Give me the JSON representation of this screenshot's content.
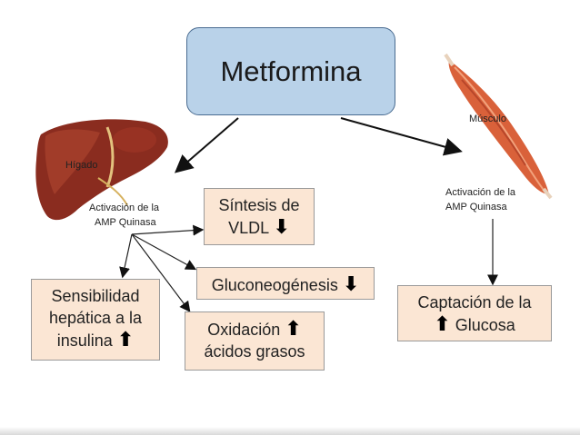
{
  "center": {
    "label": "Metformina"
  },
  "organs": {
    "liver": {
      "label": "Hígado",
      "activation_line1": "Activación de la",
      "activation_line2": "AMP Quinasa"
    },
    "muscle": {
      "label": "Músculo",
      "activation_line1": "Activación de la",
      "activation_line2": "AMP Quinasa"
    }
  },
  "boxes": {
    "vldl": {
      "line1": "Síntesis de",
      "line2": "VLDL",
      "arrow": "down"
    },
    "gluconeogenesis": {
      "line1": "Gluconeogénesis",
      "arrow": "down"
    },
    "sensitivity": {
      "line1": "Sensibilidad",
      "line2": "hepática a la",
      "line3": "insulina",
      "arrow": "up"
    },
    "oxidation": {
      "line1": "Oxidación",
      "line2": "ácidos grasos",
      "arrow": "up"
    },
    "glucose_uptake": {
      "line1": "Captación de la",
      "line2": "Glucosa",
      "arrow": "up"
    }
  },
  "colors": {
    "center_fill": "#b9d2e9",
    "box_fill": "#fbe6d4",
    "liver": "#8a2c1f",
    "muscle": "#d9613a"
  }
}
